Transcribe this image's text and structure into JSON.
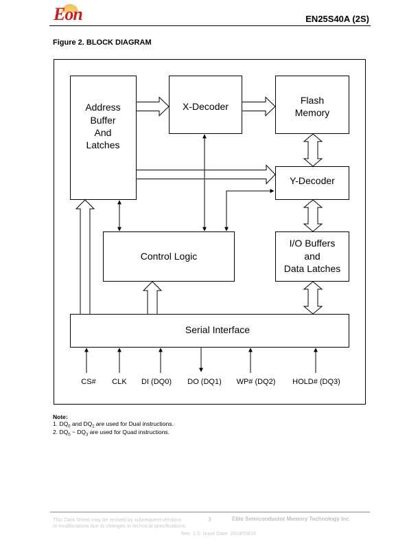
{
  "header": {
    "logo_text": "Eon",
    "doc_title": "EN25S40A (2S)"
  },
  "figure": {
    "caption": "Figure 2.  BLOCK DIAGRAM",
    "blocks": {
      "address_buffer": [
        "Address",
        "Buffer",
        "And",
        "Latches"
      ],
      "x_decoder": "X-Decoder",
      "flash_memory": [
        "Flash",
        "Memory"
      ],
      "y_decoder": "Y-Decoder",
      "control_logic": "Control Logic",
      "io_buffers": [
        "I/O Buffers",
        "and",
        "Data Latches"
      ],
      "serial_interface": "Serial Interface"
    },
    "signals": [
      "CS#",
      "CLK",
      "DI (DQ0)",
      "DO (DQ1)",
      "WP# (DQ2)",
      "HOLD# (DQ3)"
    ]
  },
  "notes": {
    "heading": "Note:",
    "note1": {
      "prefix": "1. DQ",
      "s1": "0",
      "mid": " and DQ",
      "s2": "1",
      "suffix": " are used for Dual instructions."
    },
    "note2": {
      "prefix": "2. DQ",
      "s1": "0",
      "mid": " ~ DQ",
      "s2": "3",
      "suffix": " are used for Quad instructions."
    }
  },
  "footer": {
    "disclaimer_line1": "This Data Sheet may be revised by subsequent versions",
    "disclaimer_line2": "or modifications due to changes in technical specifications.",
    "page_number": "3",
    "company": "Elite Semiconductor Memory Technology Inc",
    "revision": "Rev. 1.0, Issue Date: 2018/03/16"
  }
}
